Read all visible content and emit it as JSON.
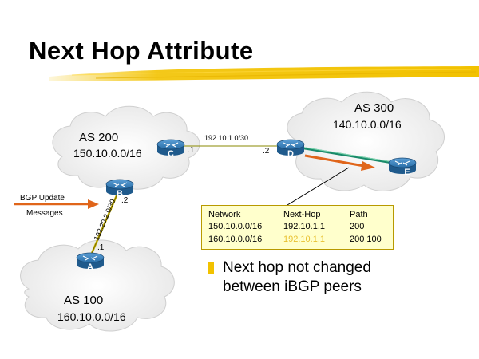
{
  "title": "Next Hop Attribute",
  "as200": {
    "name": "AS 200",
    "network": "150.10.0.0/16"
  },
  "as300": {
    "name": "AS 300",
    "network": "140.10.0.0/16"
  },
  "as100": {
    "name": "AS 100",
    "network": "160.10.0.0/16"
  },
  "routers": {
    "a": "A",
    "b": "B",
    "c": "C",
    "d": "D",
    "e": "E"
  },
  "links": {
    "cd_subnet": "192.10.1.0/30",
    "c_host": ".1",
    "d_host": ".2",
    "ab_subnet": "192.20.2.0/30",
    "b_host": ".2",
    "a_host": ".1"
  },
  "bgp_update_label": {
    "line1": "BGP Update",
    "line2": "Messages"
  },
  "table": {
    "headers": [
      "Network",
      "Next-Hop",
      "Path"
    ],
    "rows": [
      [
        "150.10.0.0/16",
        "192.10.1.1",
        "200"
      ],
      [
        "160.10.0.0/16",
        "192.10.1.1",
        "200 100"
      ]
    ]
  },
  "bullet": {
    "line1": "Next hop not changed",
    "line2": "between iBGP peers"
  },
  "colors": {
    "brush": "#f2c200",
    "arrow": "#e0651a",
    "ibgp_link": "#1a8a6a",
    "ebgp_link": "#c8b400",
    "router": "#2a6fa8",
    "highlight": "#e8c030"
  }
}
